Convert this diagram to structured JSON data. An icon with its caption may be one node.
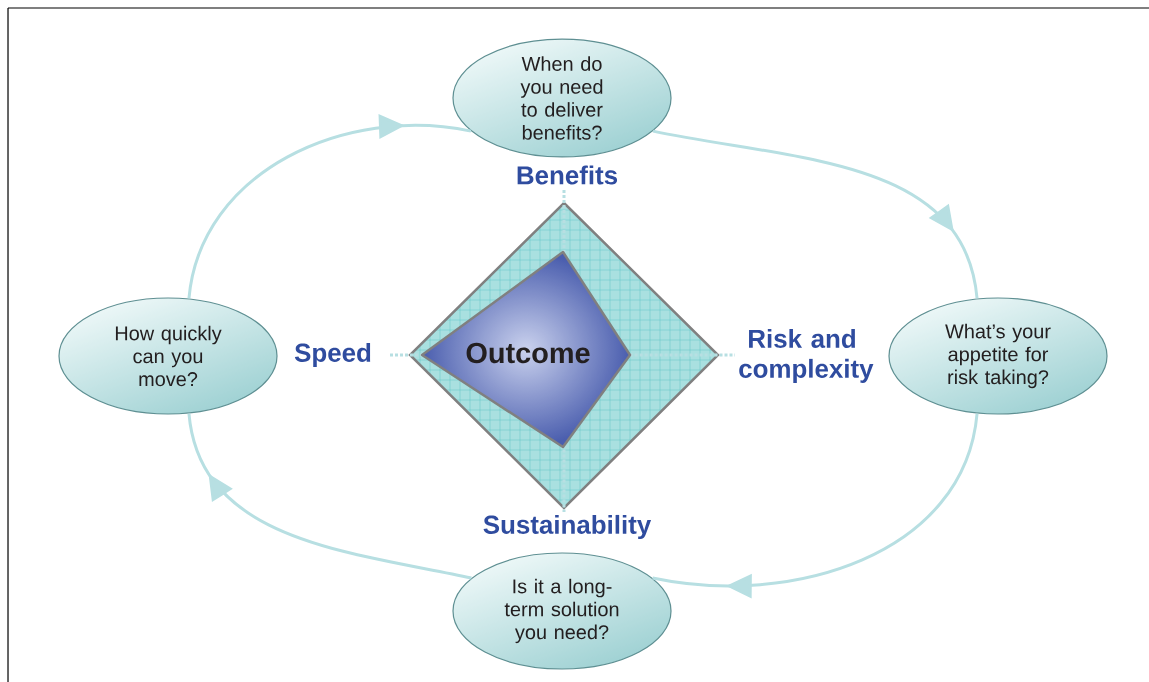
{
  "diagram": {
    "nodes": [
      {
        "text": [
          "When do you need to deliver benefits?"
        ]
      },
      {
        "text": [
          "What’s your appetite for risk taking?"
        ]
      },
      {
        "text": [
          "Is it a long-term solution you need?"
        ]
      },
      {
        "text": [
          "How quickly can you move?"
        ]
      },
      {
        "text": [],
        "shape": "diamond"
      },
      {
        "text": [
          "Outcome"
        ],
        "in": 4
      }
    ],
    "edges": [
      {
        "from": 0,
        "to": 1,
        "arrow": "to"
      },
      {
        "from": 1,
        "to": 2,
        "arrow": "to"
      },
      {
        "from": 2,
        "to": 3,
        "arrow": "to"
      },
      {
        "from": 3,
        "to": 0,
        "arrow": "to"
      }
    ],
    "labels": [
      "Benefits",
      "Speed",
      "Risk and complexity",
      "Sustainability"
    ]
  }
}
